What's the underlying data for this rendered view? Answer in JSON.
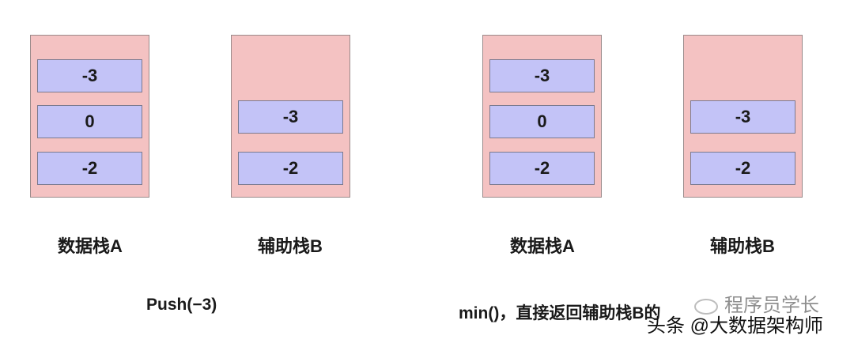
{
  "left_panel": {
    "data_stack": {
      "cells": [
        "-3",
        "0",
        "-2"
      ],
      "label": "数据栈A"
    },
    "aux_stack": {
      "cells": [
        "-3",
        "-2"
      ],
      "label": "辅助栈B"
    },
    "caption": "Push(−3)"
  },
  "right_panel": {
    "data_stack": {
      "cells": [
        "-3",
        "0",
        "-2"
      ],
      "label": "数据栈A"
    },
    "aux_stack": {
      "cells": [
        "-3",
        "-2"
      ],
      "label": "辅助栈B"
    },
    "caption": "min()，直接返回辅助栈B的"
  },
  "watermarks": {
    "faint": "程序员学长",
    "main": "头条 @大数据架构师"
  },
  "colors": {
    "stack_fill": "#f4c2c2",
    "cell_fill": "#c3c3f7"
  }
}
